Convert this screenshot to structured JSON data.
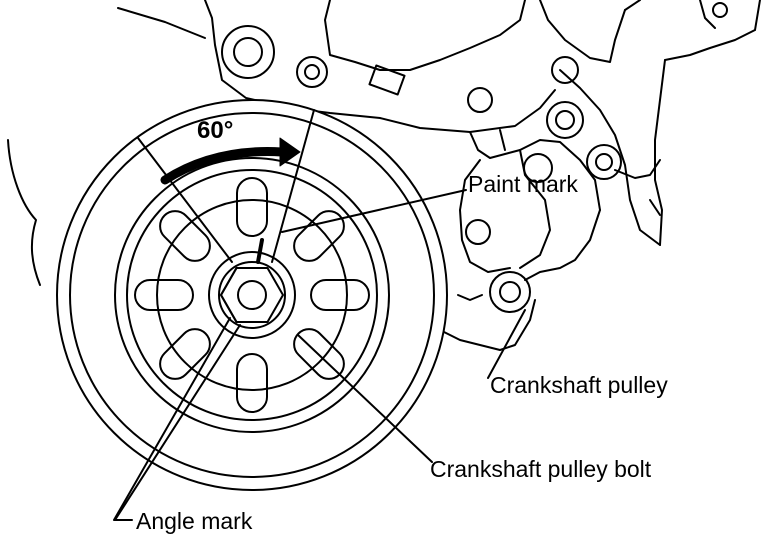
{
  "diagram": {
    "angle_label": "60°",
    "labels": {
      "paint_mark": "Paint mark",
      "crankshaft_pulley": "Crankshaft pulley",
      "crankshaft_pulley_bolt": "Crankshaft pulley bolt",
      "angle_mark": "Angle mark"
    },
    "colors": {
      "ink": "#000000",
      "paper": "#ffffff"
    }
  }
}
